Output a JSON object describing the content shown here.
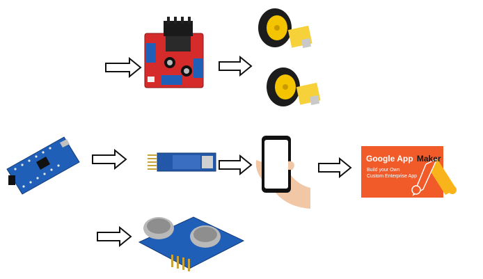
{
  "diagram": {
    "nodes": [
      {
        "id": "l298n",
        "name": "motor-driver-board"
      },
      {
        "id": "motor1",
        "name": "dc-gear-motor-wheel-top"
      },
      {
        "id": "motor2",
        "name": "dc-gear-motor-wheel-bottom"
      },
      {
        "id": "nano",
        "name": "arduino-nano-board"
      },
      {
        "id": "hc05",
        "name": "bluetooth-module"
      },
      {
        "id": "phone",
        "name": "smartphone-in-hand"
      },
      {
        "id": "appmaker",
        "name": "google-app-maker-logo"
      },
      {
        "id": "ultrasonic",
        "name": "ultrasonic-sensor"
      }
    ],
    "edges": [
      {
        "from": "input",
        "to": "l298n"
      },
      {
        "from": "l298n",
        "to": "motor1"
      },
      {
        "from": "nano",
        "to": "hc05"
      },
      {
        "from": "hc05",
        "to": "phone"
      },
      {
        "from": "phone",
        "to": "appmaker"
      },
      {
        "from": "input",
        "to": "ultrasonic"
      }
    ]
  },
  "app_maker": {
    "title_google": "Google App",
    "title_maker": "Maker",
    "tagline_1": "Build your Own",
    "tagline_2": "Custom Enterprise App",
    "brand_color": "#f15a29",
    "accent_yellow": "#f9b41b"
  },
  "colors": {
    "board_red": "#d62b2b",
    "board_blue": "#1f5fb8",
    "wheel_black": "#1c1c1c",
    "wheel_yellow": "#f5c400",
    "arrow": "#111111"
  }
}
